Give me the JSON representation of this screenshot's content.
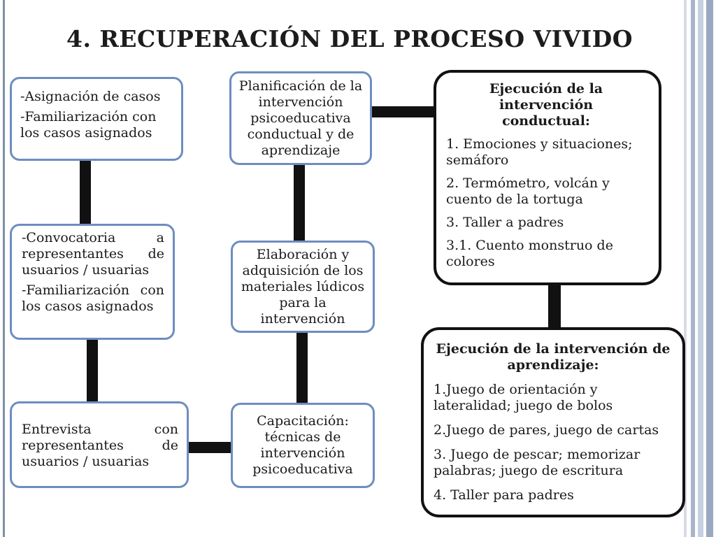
{
  "title": "4. RECUPERACIÓN DEL PROCESO VIVIDO",
  "boxes": {
    "asignacion": {
      "line1": "-Asignación de casos",
      "line2": "-Familiarización con los casos asignados"
    },
    "convocatoria": {
      "line1": "-Convocatoria a representantes de usuarios / usuarias",
      "line2": "-Familiarización con los casos asignados"
    },
    "entrevista": {
      "text": "Entrevista con representantes de usuarios / usuarias"
    },
    "planificacion": {
      "text": "Planificación de la intervención psicoeducativa conductual y de aprendizaje"
    },
    "elaboracion": {
      "text": "Elaboración y adquisición de los materiales lúdicos para la intervención"
    },
    "capacitacion": {
      "text": "Capacitación: técnicas de intervención psicoeducativa"
    },
    "conductual": {
      "heading": "Ejecución de la intervención conductual:",
      "items": [
        "1. Emociones y situaciones; semáforo",
        "2. Termómetro, volcán y cuento de la tortuga",
        "3. Taller a padres",
        "3.1. Cuento monstruo de colores"
      ]
    },
    "aprendizaje": {
      "heading": "Ejecución de la intervención de aprendizaje:",
      "items": [
        "1.Juego de orientación y lateralidad; juego de bolos",
        "2.Juego de pares, juego de cartas",
        "3. Juego de pescar; memorizar palabras; juego de escritura",
        "4. Taller para padres"
      ]
    }
  },
  "colors": {
    "box_border": "#6e8dc0",
    "emphasis_border": "#111111",
    "connector": "#111111"
  }
}
